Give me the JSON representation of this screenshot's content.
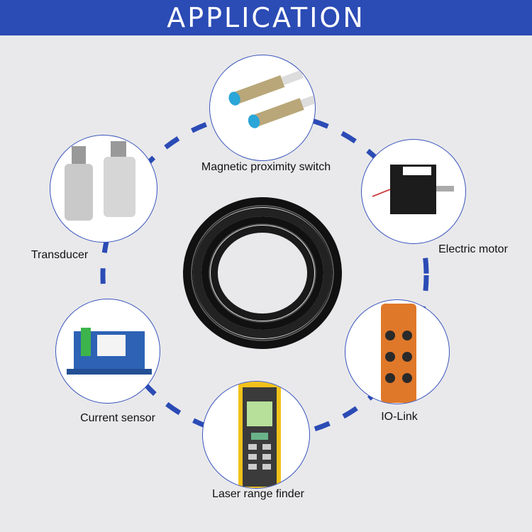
{
  "header": {
    "title": "APPLICATION"
  },
  "colors": {
    "accent": "#2b4bb5",
    "background": "#e9e9eb"
  },
  "applications": [
    {
      "label": "Magnetic proximity switch"
    },
    {
      "label": "Electric motor"
    },
    {
      "label": "IO-Link"
    },
    {
      "label": "Laser range finder"
    },
    {
      "label": "Current sensor"
    },
    {
      "label": "Transducer"
    }
  ]
}
